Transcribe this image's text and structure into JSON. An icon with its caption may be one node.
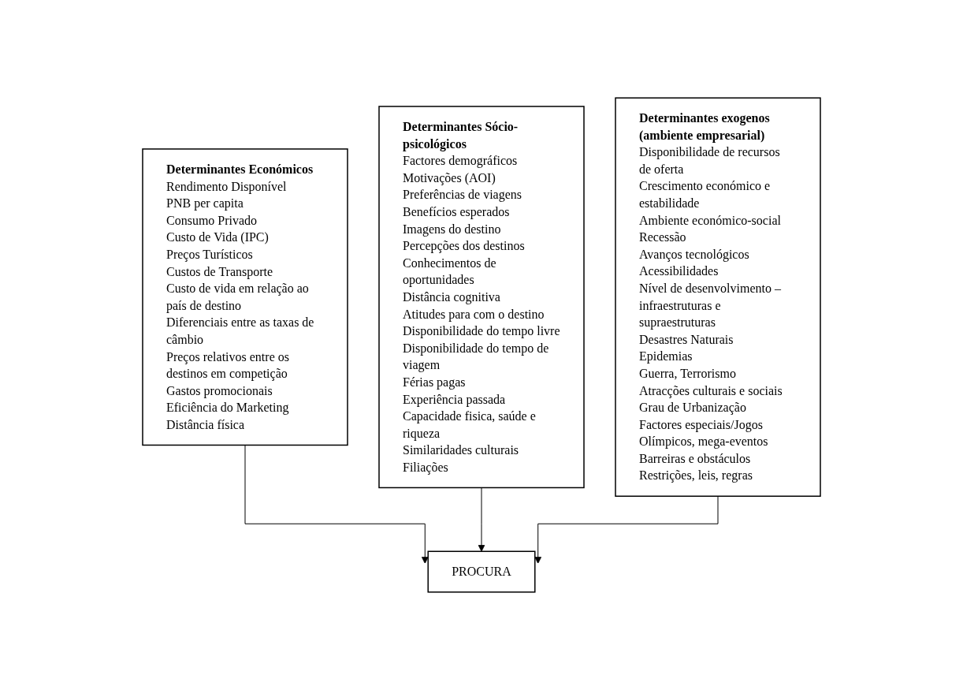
{
  "diagram": {
    "nodes": [
      {
        "text": [
          "Determinantes Económicos",
          "Rendimento Disponível",
          "PNB per capita",
          "Consumo Privado",
          "Custo de Vida (IPC)",
          "Preços Turísticos",
          "Custos de Transporte",
          "Custo de vida em relação ao país de destino",
          "Diferenciais entre as taxas de câmbio",
          "Preços relativos entre os destinos em competição",
          "Gastos promocionais",
          "Eficiência do Marketing",
          "Distância física"
        ]
      },
      {
        "text": [
          "Determinantes Sócio-psicológicos",
          "Factores demográficos",
          "Motivações (AOI)",
          "Preferências de viagens",
          "Benefícios esperados",
          "Imagens do destino",
          "Percepções dos destinos",
          "Conhecimentos de oportunidades",
          "Distância cognitiva",
          "Atitudes para com o destino",
          "Disponibilidade do tempo livre",
          "Disponibilidade do tempo de viagem",
          "Férias pagas",
          "Experiência passada",
          "Capacidade fisica, saúde e riqueza",
          "Similaridades culturais",
          "Filiações"
        ]
      },
      {
        "text": [
          "Determinantes exogenos (ambiente empresarial)",
          "Disponibilidade de recursos de oferta",
          "Crescimento económico e estabilidade",
          "Ambiente económico-social",
          "Recessão",
          "Avanços tecnológicos",
          "Acessibilidades",
          "Nível de desenvolvimento – infraestruturas e supraestruturas",
          "Desastres Naturais",
          "Epidemias",
          "Guerra, Terrorismo",
          "Atracções culturais e sociais",
          "Grau de Urbanização",
          "Factores especiais/Jogos Olímpicos, mega-eventos",
          "Barreiras e obstáculos",
          "Restrições, leis, regras"
        ]
      },
      {
        "text": [
          "PROCURA"
        ]
      }
    ],
    "edges": [
      {
        "from": 0,
        "to": 3,
        "arrow": "to"
      },
      {
        "from": 1,
        "to": 3,
        "arrow": "to"
      },
      {
        "from": 2,
        "to": 3,
        "arrow": "to"
      }
    ]
  }
}
